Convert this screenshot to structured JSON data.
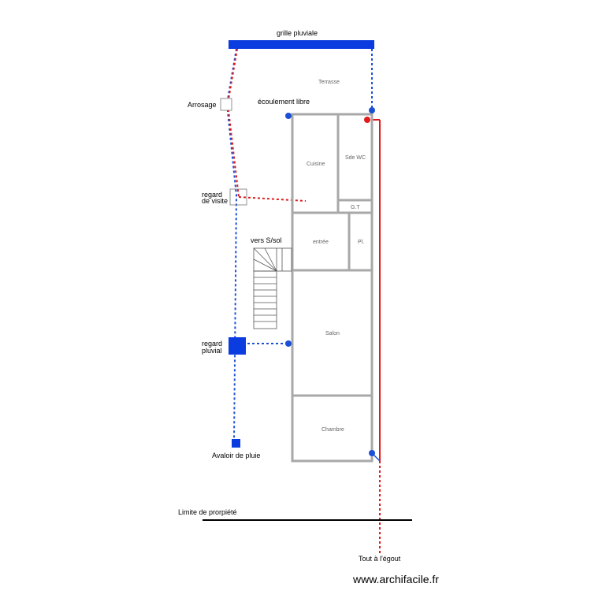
{
  "labels": {
    "grille_pluviale": "grille pluviale",
    "terrasse": "Terrasse",
    "arrosage": "Arrosage",
    "ecoulement_libre": "écoulement libre",
    "regard_visite_1": "regard",
    "regard_visite_2": "de visite",
    "vers_ssol": "vers S/sol",
    "regard_pluvial_1": "regard",
    "regard_pluvial_2": "pluvial",
    "avaloir": "Avaloir de pluie",
    "limite": "Limite de prorpiété",
    "egout": "Tout à l'égout"
  },
  "rooms": {
    "cuisine": "Cuisine",
    "sde_wc": "Sde WC",
    "gt": "G.T",
    "entree": "entrée",
    "pl": "Pl.",
    "salon": "Salon",
    "chambre": "Chambre"
  },
  "watermark": "www.archifacile.fr",
  "colors": {
    "rain_pipe": "#1a4fd6",
    "waste_pipe": "#e01b1b",
    "wall": "#a8a8a8",
    "limit_line": "#000000"
  }
}
